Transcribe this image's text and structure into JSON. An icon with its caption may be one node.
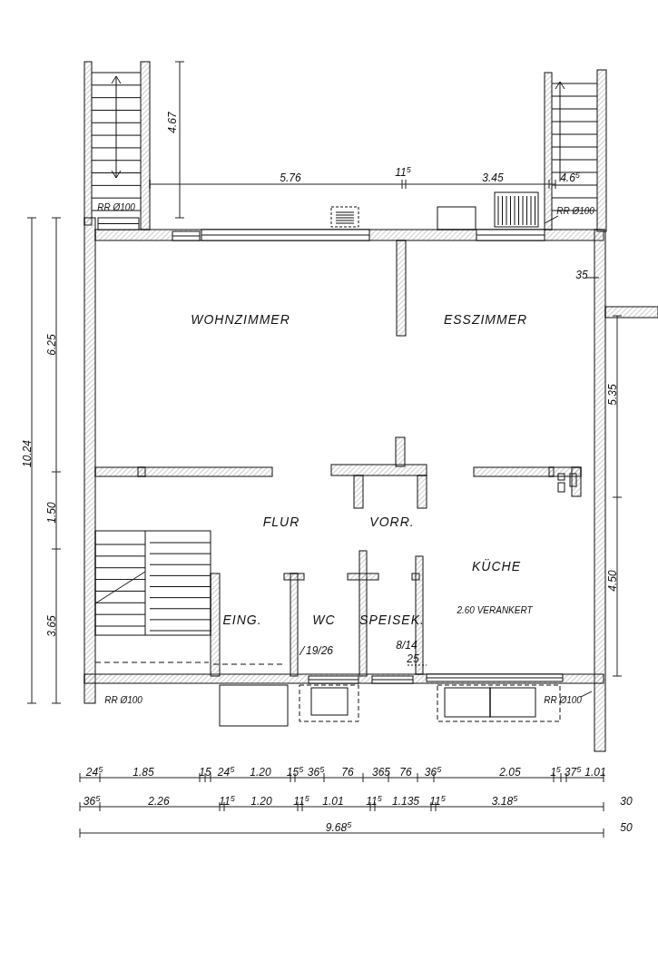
{
  "diagram": {
    "nodes": [
      {
        "text": [
          "WOHNZIMMER"
        ]
      },
      {
        "text": [
          "ESSZIMMER"
        ]
      },
      {
        "text": [
          "FLUR"
        ]
      },
      {
        "text": [
          "VORR."
        ]
      },
      {
        "text": [
          "KÜCHE"
        ]
      },
      {
        "text": [
          "EING."
        ]
      },
      {
        "text": [
          "WC"
        ]
      },
      {
        "text": [
          "SPEISEK."
        ]
      }
    ],
    "labels": [
      "4.67",
      "5.76",
      "11$^{5}$",
      "3.45",
      "4.6$^{5}$",
      "RR Ø100",
      "RR Ø100",
      "35",
      "10.24",
      "6.25",
      "1.50",
      "3.65",
      "5.35",
      "4.50",
      "19/26",
      "8/14",
      "25",
      "2.60 VERANKERT",
      "RR Ø100",
      "RR Ø100",
      "24$^{5}$",
      "1.85",
      "15",
      "24$^{5}$",
      "1.20",
      "15$^{5}$",
      "36$^{5}$",
      "76",
      "365",
      "76",
      "36$^{5}$",
      "2.05",
      "1$^{5}$",
      "37$^{5}$",
      "1.01",
      "36$^{5}$",
      "2.26",
      "11$^{5}$",
      "1.20",
      "11$^{5}$",
      "1.01",
      "11$^{5}$",
      "1.135",
      "11$^{5}$",
      "3.18$^{5}$",
      "30",
      "9.68$^{5}$",
      "50"
    ]
  }
}
